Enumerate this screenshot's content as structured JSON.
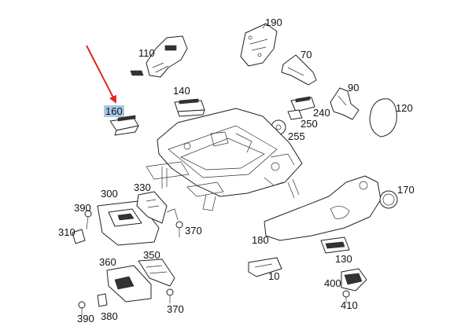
{
  "diagram": {
    "highlight_color": "#a9c8e6",
    "arrow_color": "#e0281e",
    "highlighted_part": "160",
    "labels": {
      "p190": "190",
      "p110": "110",
      "p70": "70",
      "p140": "140",
      "p90": "90",
      "p160": "160",
      "p240": "240",
      "p120": "120",
      "p250": "250",
      "p255": "255",
      "p300": "300",
      "p330": "330",
      "p390a": "390",
      "p310": "310",
      "p370a": "370",
      "p170": "170",
      "p180": "180",
      "p360": "360",
      "p350": "350",
      "p130": "130",
      "p10": "10",
      "p400": "400",
      "p370b": "370",
      "p410": "410",
      "p390b": "390",
      "p380": "380"
    }
  }
}
